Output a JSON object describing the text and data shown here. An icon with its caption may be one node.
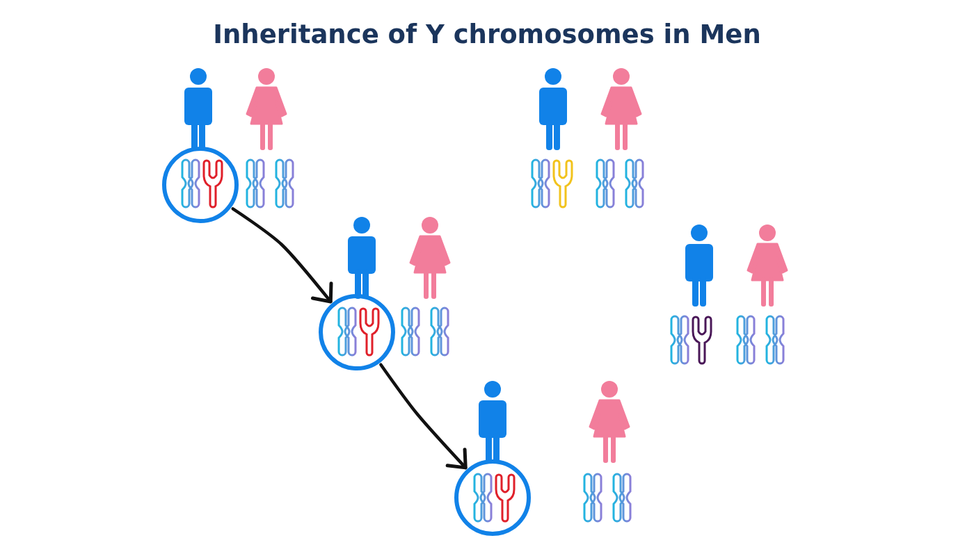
{
  "diagram": {
    "title": "Inheritance of Y chromosomes in Men",
    "nodes": [
      {
        "text": [],
        "shape": "circle"
      },
      {
        "text": [],
        "shape": "circle"
      },
      {
        "text": [],
        "shape": "circle"
      }
    ],
    "edges": [
      {
        "from": 0,
        "to": 1,
        "arrow": "to"
      },
      {
        "from": 1,
        "to": 2,
        "arrow": "to"
      }
    ]
  }
}
